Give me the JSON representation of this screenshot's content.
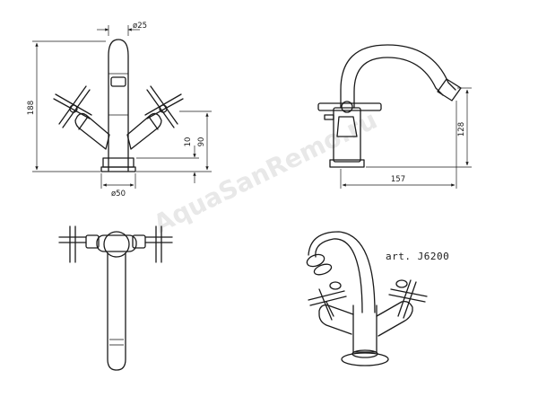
{
  "dimensions": {
    "spout_diameter": "ø25",
    "height_total": "188",
    "height_handles": "90",
    "height_base": "10",
    "base_diameter": "ø50",
    "spout_reach": "157",
    "spout_height": "128"
  },
  "article_label": "art. J6200",
  "watermark": "AquaSanRemo.ru",
  "colors": {
    "line": "#1a1a1a",
    "watermark": "#d6d6d6"
  }
}
